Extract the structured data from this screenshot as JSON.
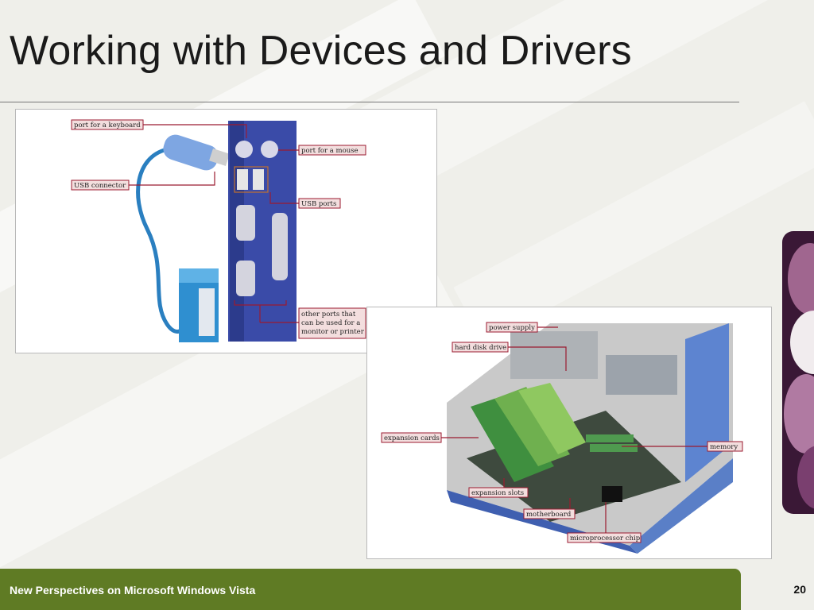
{
  "slide": {
    "title": "Working with Devices and Drivers",
    "footer": "New Perspectives on Microsoft Windows Vista",
    "page_number": "20"
  },
  "figure_ports": {
    "labels": {
      "keyboard": "port for a keyboard",
      "mouse": "port for a mouse",
      "usb_connector": "USB connector",
      "usb_ports": "USB ports",
      "other_line1": "other ports that",
      "other_line2": "can be used for a",
      "other_line3": "monitor or printer"
    }
  },
  "figure_computer": {
    "labels": {
      "power_supply": "power supply",
      "hard_disk": "hard disk drive",
      "expansion_cards": "expansion cards",
      "memory": "memory",
      "expansion_slots": "expansion slots",
      "motherboard": "motherboard",
      "microprocessor": "microprocessor chip"
    }
  },
  "colors": {
    "footer_bar": "#5f7b24",
    "callout_fill": "#f3dede",
    "callout_line": "#9b1b30",
    "port_panel": "#3a4ba8"
  }
}
